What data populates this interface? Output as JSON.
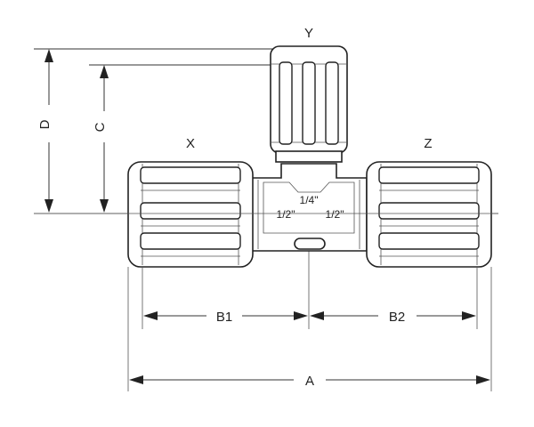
{
  "labels": {
    "port_y": "Y",
    "port_x": "X",
    "port_z": "Z",
    "dim_a": "A",
    "dim_b1": "B1",
    "dim_b2": "B2",
    "dim_c": "C",
    "dim_d": "D",
    "thread_top": "1/4\"",
    "thread_left": "1/2\"",
    "thread_right": "1/2\""
  }
}
